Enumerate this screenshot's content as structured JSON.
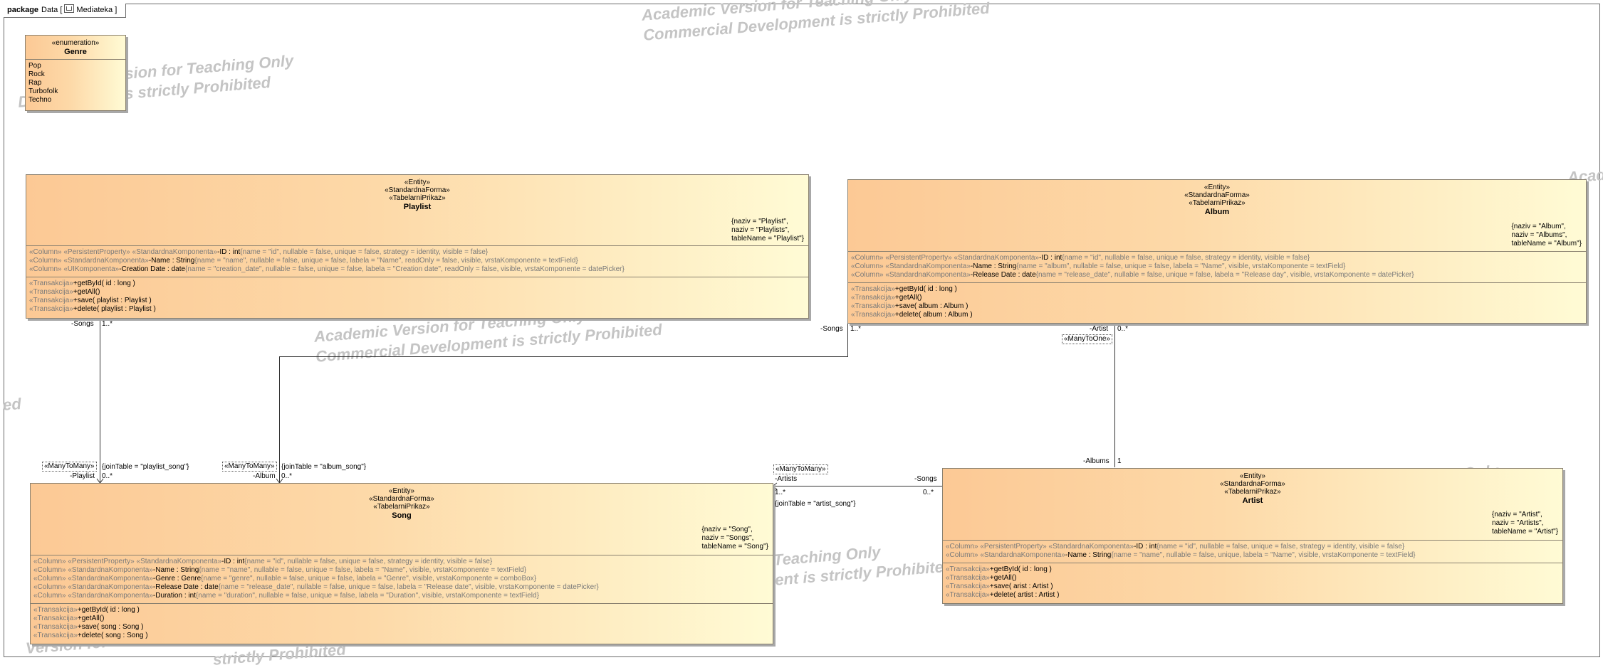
{
  "package": {
    "keyword": "package",
    "name": "Data",
    "element": "Mediateka"
  },
  "watermarks": {
    "w1a": "Academic Version for Teaching Only",
    "w1b": "Commercial Development is strictly Prohibited",
    "w2a": "Version for Teaching Only",
    "w2b": "Development is strictly Prohibited",
    "w3a": "Academic Version for Teaching Only",
    "w3b": "Commercial Development is strictly Prohibited",
    "w4a": "Teaching Only",
    "w4b": "ent is strictly Prohibited",
    "w5a": "Version for Teach",
    "w5b": "strictly Prohibited",
    "w6": "Acad",
    "w7": "Only",
    "w8": "ed"
  },
  "genre": {
    "stereotype": "«enumeration»",
    "name": "Genre",
    "literals": [
      "Pop",
      "Rock",
      "Rap",
      "Turbofolk",
      "Techno"
    ]
  },
  "playlist": {
    "stereotypes": [
      "«Entity»",
      "«StandardnaForma»",
      "«TabelarniPrikaz»"
    ],
    "name": "Playlist",
    "tags": [
      "{naziv = \"Playlist\",",
      "naziv = \"Playlists\",",
      "tableName = \"Playlist\"}"
    ],
    "attributes": [
      {
        "st": "«Column» «PersistentProperty» «StandardnaKomponenta»",
        "sig": "-ID : int",
        "props": "{name = \"id\", nullable = false, unique = false, strategy = identity, visible = false}"
      },
      {
        "st": "«Column» «StandardnaKomponenta»",
        "sig": "-Name : String",
        "props": "{name = \"name\", nullable = false, unique = false, labela = \"Name\", readOnly = false, visible, vrstaKomponente = textField}"
      },
      {
        "st": "«Column» «UIKomponenta»",
        "sig": "-Creation Date : date",
        "props": "{name = \"creation_date\", nullable = false, unique = false, labela = \"Creation date\", readOnly = false, visible, vrstaKomponente = datePicker}"
      }
    ],
    "operations": [
      {
        "st": "«Transakcija»",
        "sig": "+getById( id : long )"
      },
      {
        "st": "«Transakcija»",
        "sig": "+getAll()"
      },
      {
        "st": "«Transakcija»",
        "sig": "+save( playlist : Playlist )"
      },
      {
        "st": "«Transakcija»",
        "sig": "+delete( playlist : Playlist )"
      }
    ]
  },
  "album": {
    "stereotypes": [
      "«Entity»",
      "«StandardnaForma»",
      "«TabelarniPrikaz»"
    ],
    "name": "Album",
    "tags": [
      "{naziv = \"Album\",",
      "naziv = \"Albums\",",
      "tableName = \"Album\"}"
    ],
    "attributes": [
      {
        "st": "«Column» «PersistentProperty» «StandardnaKomponenta»",
        "sig": "-ID : int",
        "props": "{name = \"id\", nullable = false, unique = false, strategy = identity, visible = false}"
      },
      {
        "st": "«Column» «StandardnaKomponenta»",
        "sig": "-Name : String",
        "props": "{name = \"album\", nullable = false, unique = false, labela = \"Name\", visible, vrstaKomponente = textField}"
      },
      {
        "st": "«Column» «StandardnaKomponenta»",
        "sig": "-Release Date : date",
        "props": "{name = \"release_date\", nullable = false, unique = false, labela = \"Release day\", visible, vrstaKomponente = datePicker}"
      }
    ],
    "operations": [
      {
        "st": "«Transakcija»",
        "sig": "+getById( id : long )"
      },
      {
        "st": "«Transakcija»",
        "sig": "+getAll()"
      },
      {
        "st": "«Transakcija»",
        "sig": "+save( album : Album )"
      },
      {
        "st": "«Transakcija»",
        "sig": "+delete( album : Album )"
      }
    ]
  },
  "song": {
    "stereotypes": [
      "«Entity»",
      "«StandardnaForma»",
      "«TabelarniPrikaz»"
    ],
    "name": "Song",
    "tags": [
      "{naziv = \"Song\",",
      "naziv = \"Songs\",",
      "tableName = \"Song\"}"
    ],
    "attributes": [
      {
        "st": "«Column» «PersistentProperty» «StandardnaKomponenta»",
        "sig": "-ID : int",
        "props": "{name = \"id\", nullable = false, unique = false, strategy = identity, visible = false}"
      },
      {
        "st": "«Column» «StandardnaKomponenta»",
        "sig": "-Name : String",
        "props": "{name = \"name\", nullable = false, unique = false, labela = \"Name\", visible, vrstaKomponente = textField}"
      },
      {
        "st": "«Column» «StandardnaKomponenta»",
        "sig": "-Genre : Genre",
        "props": "{name = \"genre\", nullable = false, unique = false, labela = \"Genre\", visible, vrstaKomponente = comboBox}"
      },
      {
        "st": "«Column» «StandardnaKomponenta»",
        "sig": "-Release Date : date",
        "props": "{name = \"release_date\", nullable = false, unique = false, labela = \"Release date\", visible, vrstaKomponente = datePicker}"
      },
      {
        "st": "«Column» «StandardnaKomponenta»",
        "sig": "-Duration : int",
        "props": "{name = \"duration\", nullable = false, unique = false, labela = \"Duration\", visible, vrstaKomponente = textField}"
      }
    ],
    "operations": [
      {
        "st": "«Transakcija»",
        "sig": "+getById( id : long )"
      },
      {
        "st": "«Transakcija»",
        "sig": "+getAll()"
      },
      {
        "st": "«Transakcija»",
        "sig": "+save( song : Song )"
      },
      {
        "st": "«Transakcija»",
        "sig": "+delete( song : Song )"
      }
    ]
  },
  "artist": {
    "stereotypes": [
      "«Entity»",
      "«StandardnaForma»",
      "«TabelarniPrikaz»"
    ],
    "name": "Artist",
    "tags": [
      "{naziv = \"Artist\",",
      "naziv = \"Artists\",",
      "tableName = \"Artist\"}"
    ],
    "attributes": [
      {
        "st": "«Column» «PersistentProperty» «StandardnaKomponenta»",
        "sig": "-ID : int",
        "props": "{name = \"id\", nullable = false, unique = false, strategy = identity, visible = false}"
      },
      {
        "st": "«Column» «StandardnaKomponenta»",
        "sig": "-Name : String",
        "props": "{name = \"name\", nullable = false, unique, labela = \"Name\", visible, vrstaKomponente = textField}"
      }
    ],
    "operations": [
      {
        "st": "«Transakcija»",
        "sig": "+getById( id : long )"
      },
      {
        "st": "«Transakcija»",
        "sig": "+getAll()"
      },
      {
        "st": "«Transakcija»",
        "sig": "+save( arist : Artist )"
      },
      {
        "st": "«Transakcija»",
        "sig": "+delete( artist : Artist )"
      }
    ]
  },
  "associations": {
    "playlist_song": {
      "songs_role": "-Songs",
      "songs_mult": "1..*",
      "stereotype": "«ManyToMany»",
      "playlist_role": "-Playlist",
      "playlist_mult": "0..*",
      "tag": "{joinTable = \"playlist_song\"}"
    },
    "album_song": {
      "songs_role": "-Songs",
      "songs_mult": "1..*",
      "stereotype": "«ManyToMany»",
      "album_role": "-Album",
      "album_mult": "0..*",
      "tag": "{joinTable = \"album_song\"}"
    },
    "album_artist": {
      "artist_role": "-Artist",
      "artist_mult": "0..*",
      "stereotype": "«ManyToOne»",
      "albums_role": "-Albums",
      "albums_mult": "1"
    },
    "artist_song": {
      "stereotype": "«ManyToMany»",
      "artists_role": "-Artists",
      "artists_mult": "1..*",
      "songs_role": "-Songs",
      "songs_mult": "0..*",
      "tag": "{joinTable = \"artist_song\"}"
    }
  }
}
